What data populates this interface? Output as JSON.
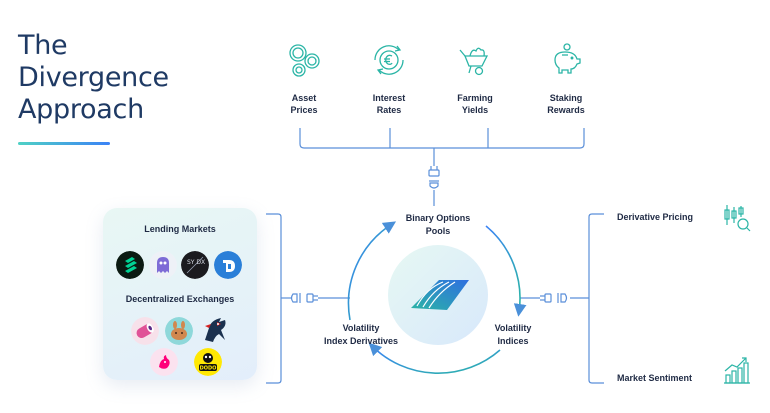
{
  "title": {
    "lines": [
      "The",
      "Divergence",
      "Approach"
    ]
  },
  "top_items": [
    {
      "line1": "Asset",
      "line2": "Prices",
      "icon": "coins-icon"
    },
    {
      "line1": "Interest",
      "line2": "Rates",
      "icon": "currency-exchange-icon"
    },
    {
      "line1": "Farming",
      "line2": "Yields",
      "icon": "wheelbarrow-icon"
    },
    {
      "line1": "Staking",
      "line2": "Rewards",
      "icon": "piggy-bank-icon"
    }
  ],
  "left_panel": {
    "lending_heading": "Lending Markets",
    "dex_heading": "Decentralized Exchanges",
    "lending_logos": [
      {
        "icon": "compound-logo",
        "text": ""
      },
      {
        "icon": "aave-ghost-logo",
        "text": ""
      },
      {
        "icon": "synthetix-logo",
        "text": "SY DX"
      },
      {
        "icon": "dforce-logo",
        "text": ""
      }
    ],
    "dex_logos": [
      {
        "icon": "sushi-logo",
        "text": ""
      },
      {
        "icon": "pancakeswap-logo",
        "text": ""
      },
      {
        "icon": "unicorn-1inch-logo",
        "text": ""
      },
      {
        "icon": "uniswap-logo",
        "text": ""
      },
      {
        "icon": "dodo-logo",
        "text": "DODO"
      }
    ]
  },
  "cycle": {
    "top": {
      "line1": "Binary Options",
      "line2": "Pools"
    },
    "right": {
      "line1": "Volatility",
      "line2": "Indices"
    },
    "left": {
      "line1": "Volatility",
      "line2": "Index Derivatives"
    },
    "center_icon": "divergence-logo"
  },
  "outputs": [
    {
      "label": "Derivative Pricing",
      "icon": "candlestick-search-icon"
    },
    {
      "label": "Market Sentiment",
      "icon": "trend-chart-icon"
    }
  ],
  "colors": {
    "line": "#5b8fd9",
    "navy": "#1f3a64",
    "teal": "#2bb5a6",
    "accent_blue": "#3b82f6"
  }
}
